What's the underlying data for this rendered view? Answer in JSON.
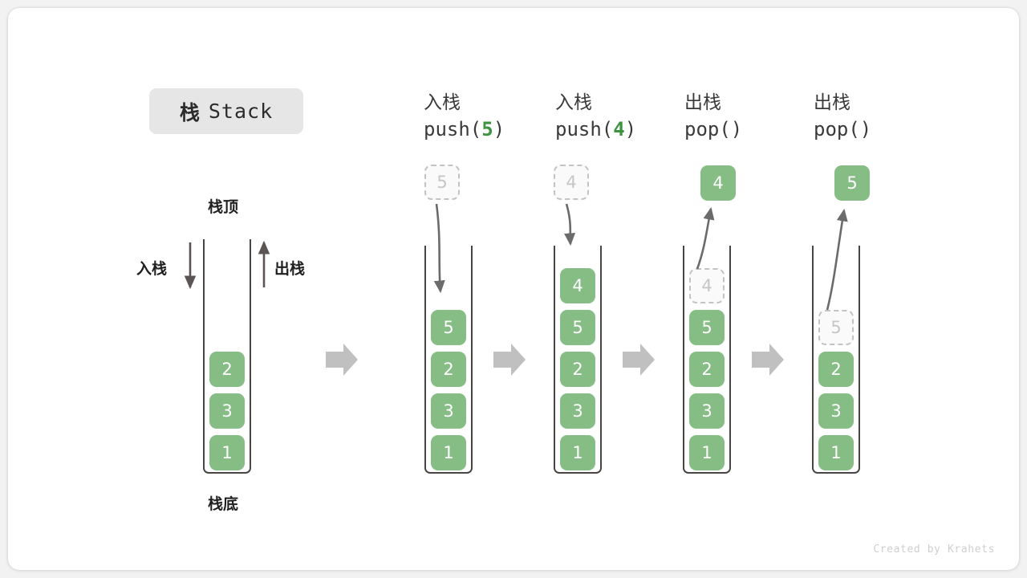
{
  "figure": {
    "title_cn": "栈",
    "title_en": "Stack",
    "credit": "Created by Krahets",
    "accent_green": "#85bd85",
    "code_green": "#3d933f",
    "ghost_gray": "#c6c6c6",
    "arrow_gray": "#6b6b6b",
    "chevron_gray": "#c0c0c0"
  },
  "labels": {
    "top": "栈顶",
    "bottom": "栈底",
    "push": "入栈",
    "pop": "出栈"
  },
  "stages": [
    {
      "id": "initial",
      "op_cn": "",
      "op_code": "",
      "cells": [
        "2",
        "3",
        "1"
      ],
      "float": null
    },
    {
      "id": "push-5",
      "op_cn": "入栈",
      "op_code_prefix": "push(",
      "op_code_num": "5",
      "op_code_suffix": ")",
      "cells": [
        "5",
        "2",
        "3",
        "1"
      ],
      "float": {
        "value": "5",
        "style": "ghost"
      }
    },
    {
      "id": "push-4",
      "op_cn": "入栈",
      "op_code_prefix": "push(",
      "op_code_num": "4",
      "op_code_suffix": ")",
      "cells": [
        "4",
        "5",
        "2",
        "3",
        "1"
      ],
      "float": {
        "value": "4",
        "style": "ghost"
      }
    },
    {
      "id": "pop-4",
      "op_cn": "出栈",
      "op_code_prefix": "pop(",
      "op_code_num": "",
      "op_code_suffix": ")",
      "cells": [
        "4",
        "5",
        "2",
        "3",
        "1"
      ],
      "ghost_index": 0,
      "float": {
        "value": "4",
        "style": "solid"
      }
    },
    {
      "id": "pop-5",
      "op_cn": "出栈",
      "op_code_prefix": "pop(",
      "op_code_num": "",
      "op_code_suffix": ")",
      "cells": [
        "5",
        "2",
        "3",
        "1"
      ],
      "ghost_index": 0,
      "float": {
        "value": "5",
        "style": "solid"
      }
    }
  ]
}
